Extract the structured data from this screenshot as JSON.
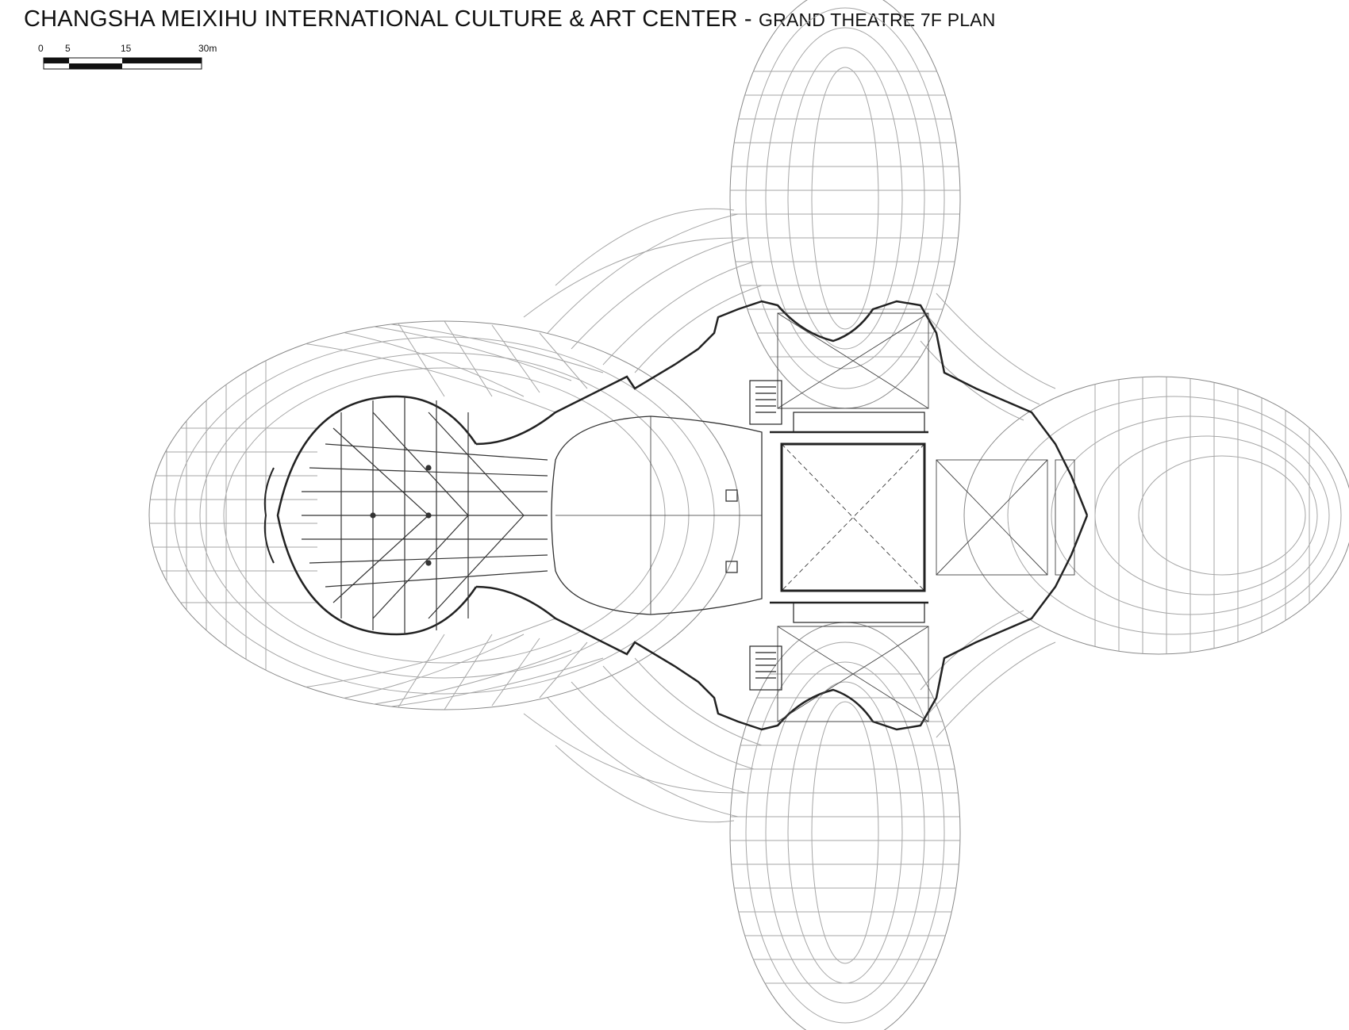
{
  "title": {
    "main": "CHANGSHA MEIXIHU INTERNATIONAL CULTURE & ART CENTER",
    "separator": " - ",
    "sub": "GRAND THEATRE 7F PLAN"
  },
  "scale_bar": {
    "unit": "m",
    "ticks": [
      "0",
      "5",
      "15",
      "30m"
    ]
  },
  "colors": {
    "ink": "#111111",
    "grid": "#9a9a9a",
    "background": "#ffffff"
  }
}
